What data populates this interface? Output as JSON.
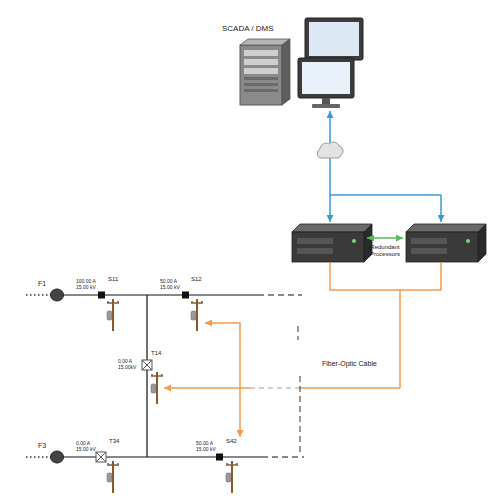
{
  "diagram": {
    "nodes": [
      {
        "text": [
          "SCADA / DMS"
        ]
      },
      {
        "text": [
          "F1"
        ]
      },
      {
        "text": [
          "100.00 A",
          "15.00 kV",
          "S11"
        ]
      },
      {
        "text": [
          "50.00 A",
          "15.00 kV",
          "S12"
        ]
      },
      {
        "text": [
          "0.00 A",
          "15.00kV",
          "T14"
        ]
      },
      {
        "text": [
          "F3"
        ]
      },
      {
        "text": [
          "0.00 A",
          "15.00 kV",
          "T34"
        ]
      },
      {
        "text": [
          "50.00 A",
          "15.00 kV",
          "S42"
        ]
      }
    ],
    "edges": [
      {
        "from": 3,
        "to": 7,
        "arrow": "both"
      }
    ],
    "labels": [
      "Redundant Processors",
      "Fiber-Optic Cable"
    ]
  }
}
